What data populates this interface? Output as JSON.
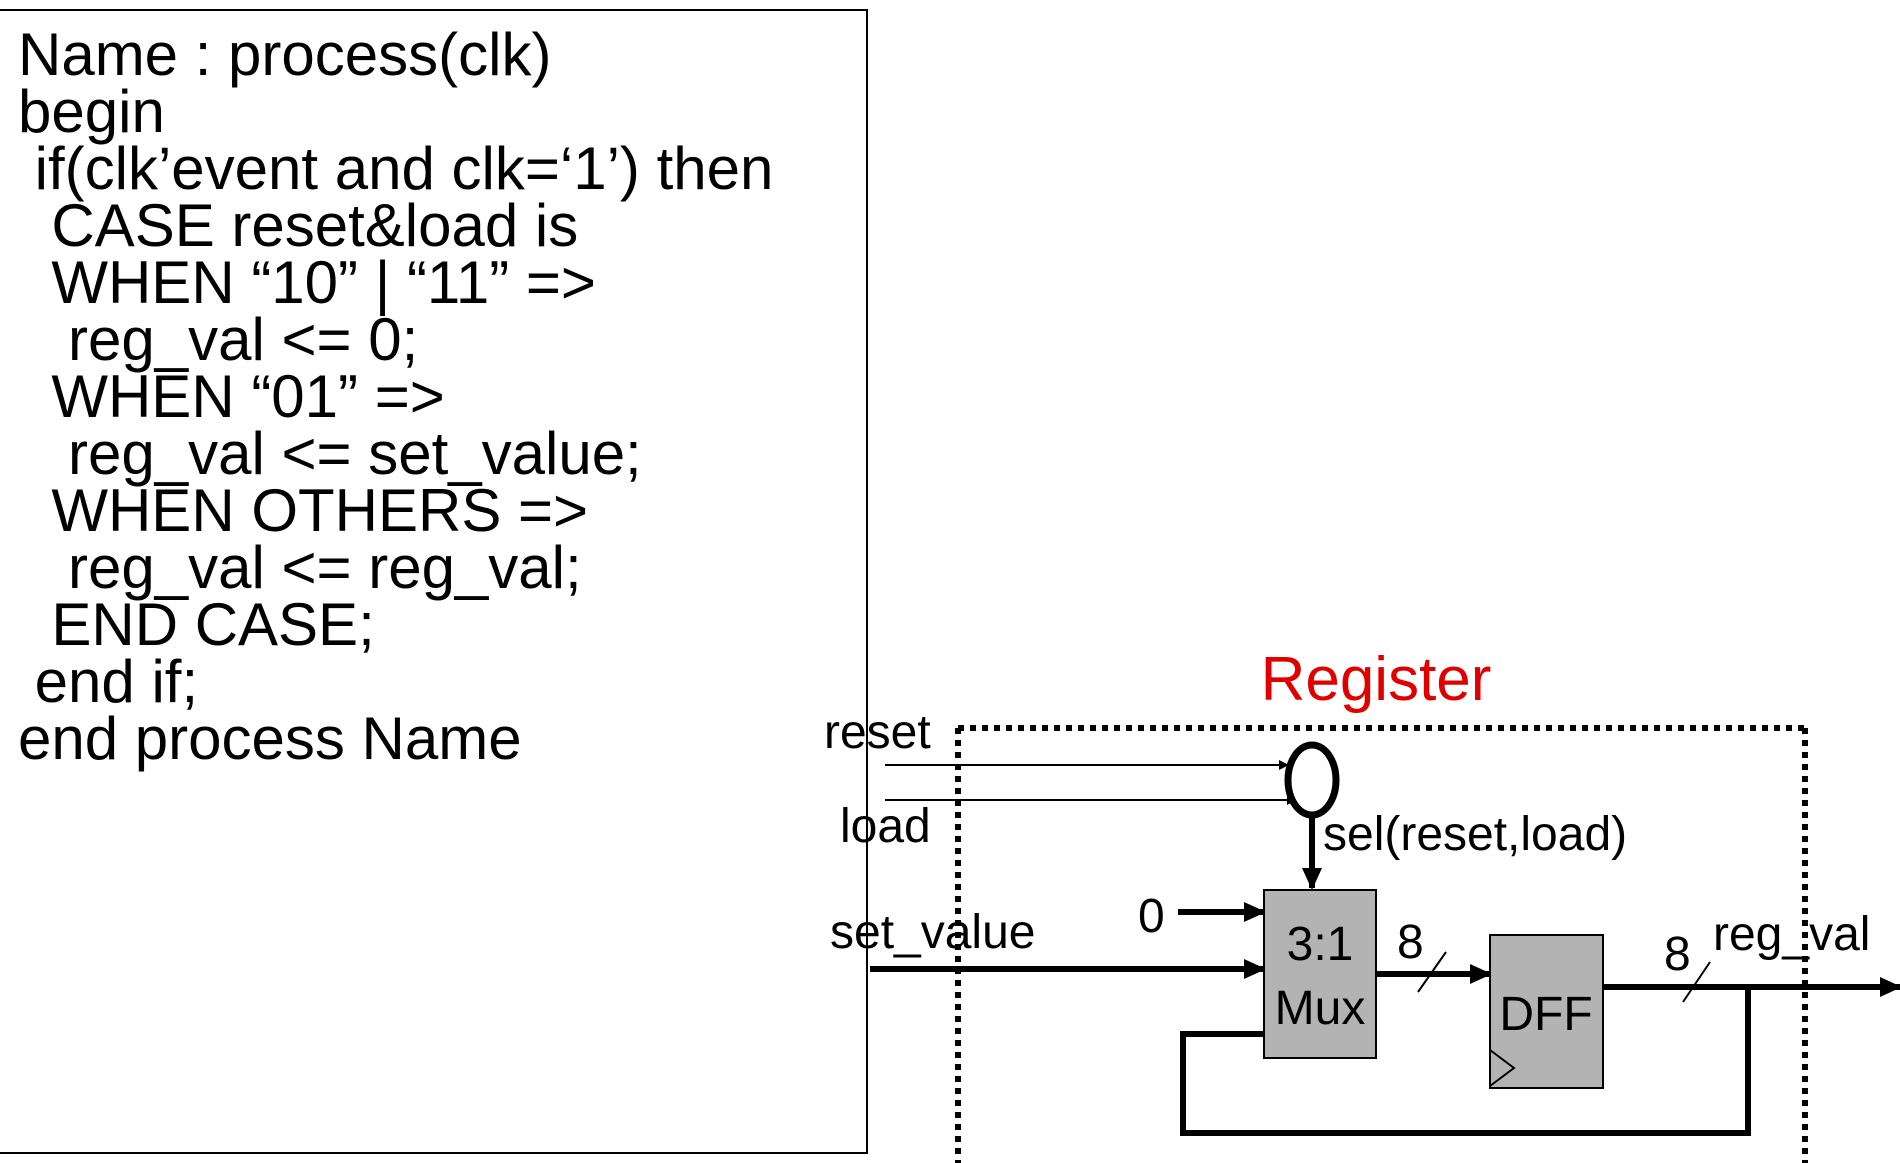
{
  "code": {
    "lines": [
      "Name : process(clk)",
      "begin",
      " if(clk’event and clk=‘1’) then",
      "  CASE reset&load is",
      "  WHEN “10” | “11” =>",
      "   reg_val <= 0;",
      "  WHEN “01” =>",
      "   reg_val <= set_value;",
      "  WHEN OTHERS =>",
      "   reg_val <= reg_val;",
      "  END CASE;",
      " end if;",
      "end process Name"
    ]
  },
  "diagram": {
    "title": "Register",
    "title_color": "#e00000",
    "block_fill": "#b3b3b3",
    "inputs": {
      "reset": "reset",
      "load": "load",
      "set_value": "set_value",
      "zero": "0"
    },
    "sel_label": "sel(reset,load)",
    "mux_label_top": "3:1",
    "mux_label_bottom": "Mux",
    "dff_label": "DFF",
    "bus_width_mux": "8",
    "bus_width_out": "8",
    "output": "reg_val"
  }
}
